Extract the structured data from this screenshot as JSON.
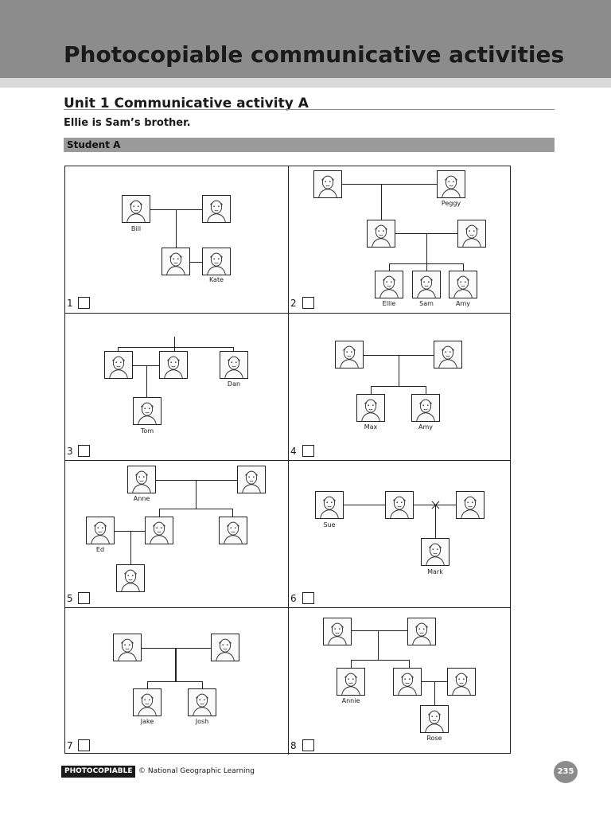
{
  "header": {
    "title": "Photocopiable communicative activities"
  },
  "unit": {
    "title": "Unit 1 Communicative activity A",
    "subtitle": "Ellie is Sam’s brother.",
    "student_label": "Student A"
  },
  "panels": [
    {
      "number": "1",
      "names": {
        "bill": "Bill",
        "kate": "Kate"
      }
    },
    {
      "number": "2",
      "names": {
        "peggy": "Peggy",
        "ellie": "Ellie",
        "sam": "Sam",
        "amy": "Amy"
      }
    },
    {
      "number": "3",
      "names": {
        "dan": "Dan",
        "tom": "Tom"
      }
    },
    {
      "number": "4",
      "names": {
        "max": "Max",
        "amy": "Amy"
      }
    },
    {
      "number": "5",
      "names": {
        "anne": "Anne",
        "ed": "Ed"
      }
    },
    {
      "number": "6",
      "names": {
        "sue": "Sue",
        "mark": "Mark"
      }
    },
    {
      "number": "7",
      "names": {
        "jake": "Jake",
        "josh": "Josh"
      }
    },
    {
      "number": "8",
      "names": {
        "annie": "Annie",
        "rose": "Rose"
      }
    }
  ],
  "footer": {
    "tag": "PHOTOCOPIABLE",
    "copyright": "© National Geographic Learning",
    "page_number": "235"
  }
}
